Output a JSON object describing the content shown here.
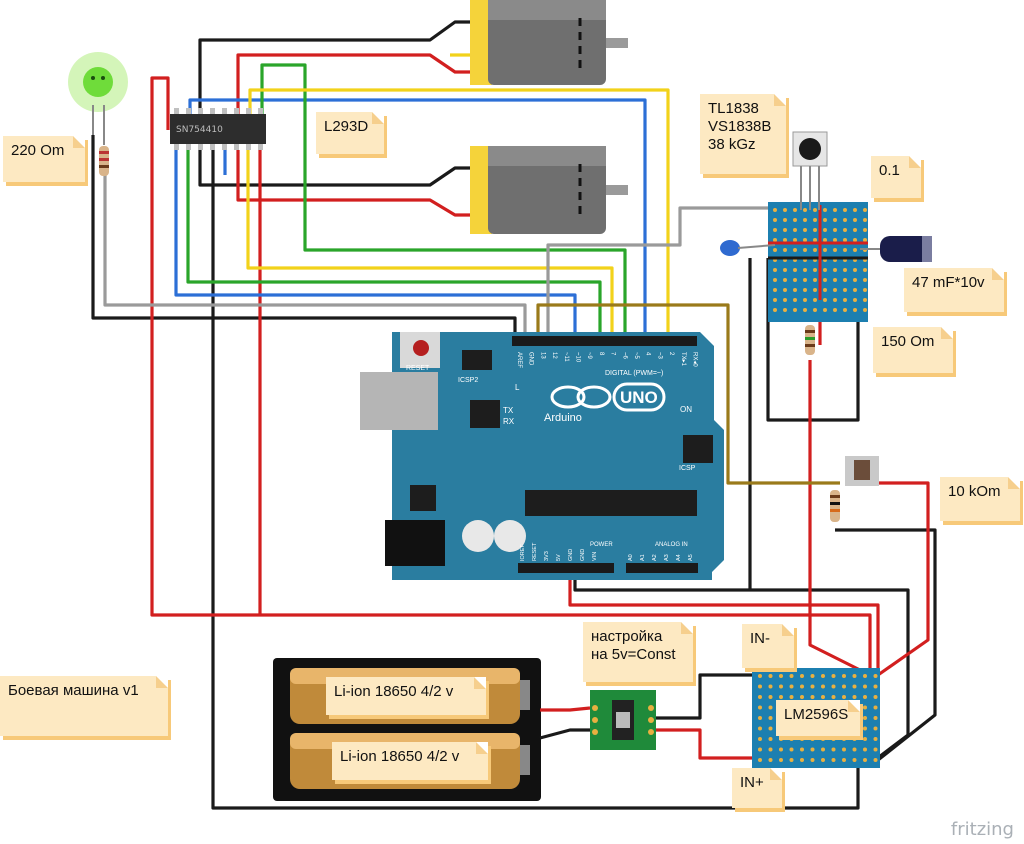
{
  "notes": {
    "r220": "220 Om",
    "l293d": "L293D",
    "ir_line1": "TL1838",
    "ir_line2": "VS1838B",
    "ir_line3": "38 kGz",
    "cap01": "0.1",
    "cap47": "47 mF*10v",
    "r150": "150 Om",
    "r10k": "10 kOm",
    "in_minus": "IN-",
    "in_plus": "IN+",
    "lm2596": "LM2596S",
    "tune_line1": "настройка",
    "tune_line2": "на 5v=Const",
    "battery1": "Li-ion 18650 4/2 v",
    "battery2": "Li-ion 18650 4/2 v",
    "title": "Боевая машина  v1"
  },
  "chip_label": "SN754410",
  "arduino": {
    "brand": "Arduino",
    "model": "UNO",
    "reset": "RESET",
    "icsp": "ICSP",
    "icsp2": "ICSP2",
    "on": "ON",
    "digital": "DIGITAL (PWM=~)",
    "power": "POWER",
    "analog": "ANALOG IN",
    "pins_top": [
      "AREF",
      "GND",
      "13",
      "12",
      "~11",
      "~10",
      "~9",
      "8",
      "7",
      "~6",
      "~5",
      "4",
      "~3",
      "2",
      "TX▸1",
      "RX◂0"
    ],
    "pins_power": [
      "IOREF",
      "RESET",
      "3V3",
      "5V",
      "GND",
      "GND",
      "VIN"
    ],
    "pins_analog": [
      "A0",
      "A1",
      "A2",
      "A3",
      "A4",
      "A5"
    ],
    "led_l": "L",
    "led_tx": "TX",
    "led_rx": "RX"
  },
  "watermark": "fritzing",
  "colors": {
    "wire_black": "#1a1a1a",
    "wire_red": "#d21f1f",
    "wire_blue": "#2c6fd6",
    "wire_green": "#2aa52a",
    "wire_yellow": "#f2d21a",
    "wire_gray": "#9a9a9a",
    "wire_brown": "#9a7a1a",
    "arduino_blue": "#2a7da0",
    "protoboard_blue": "#1c7fb0",
    "note_bg": "#fde9c2"
  }
}
